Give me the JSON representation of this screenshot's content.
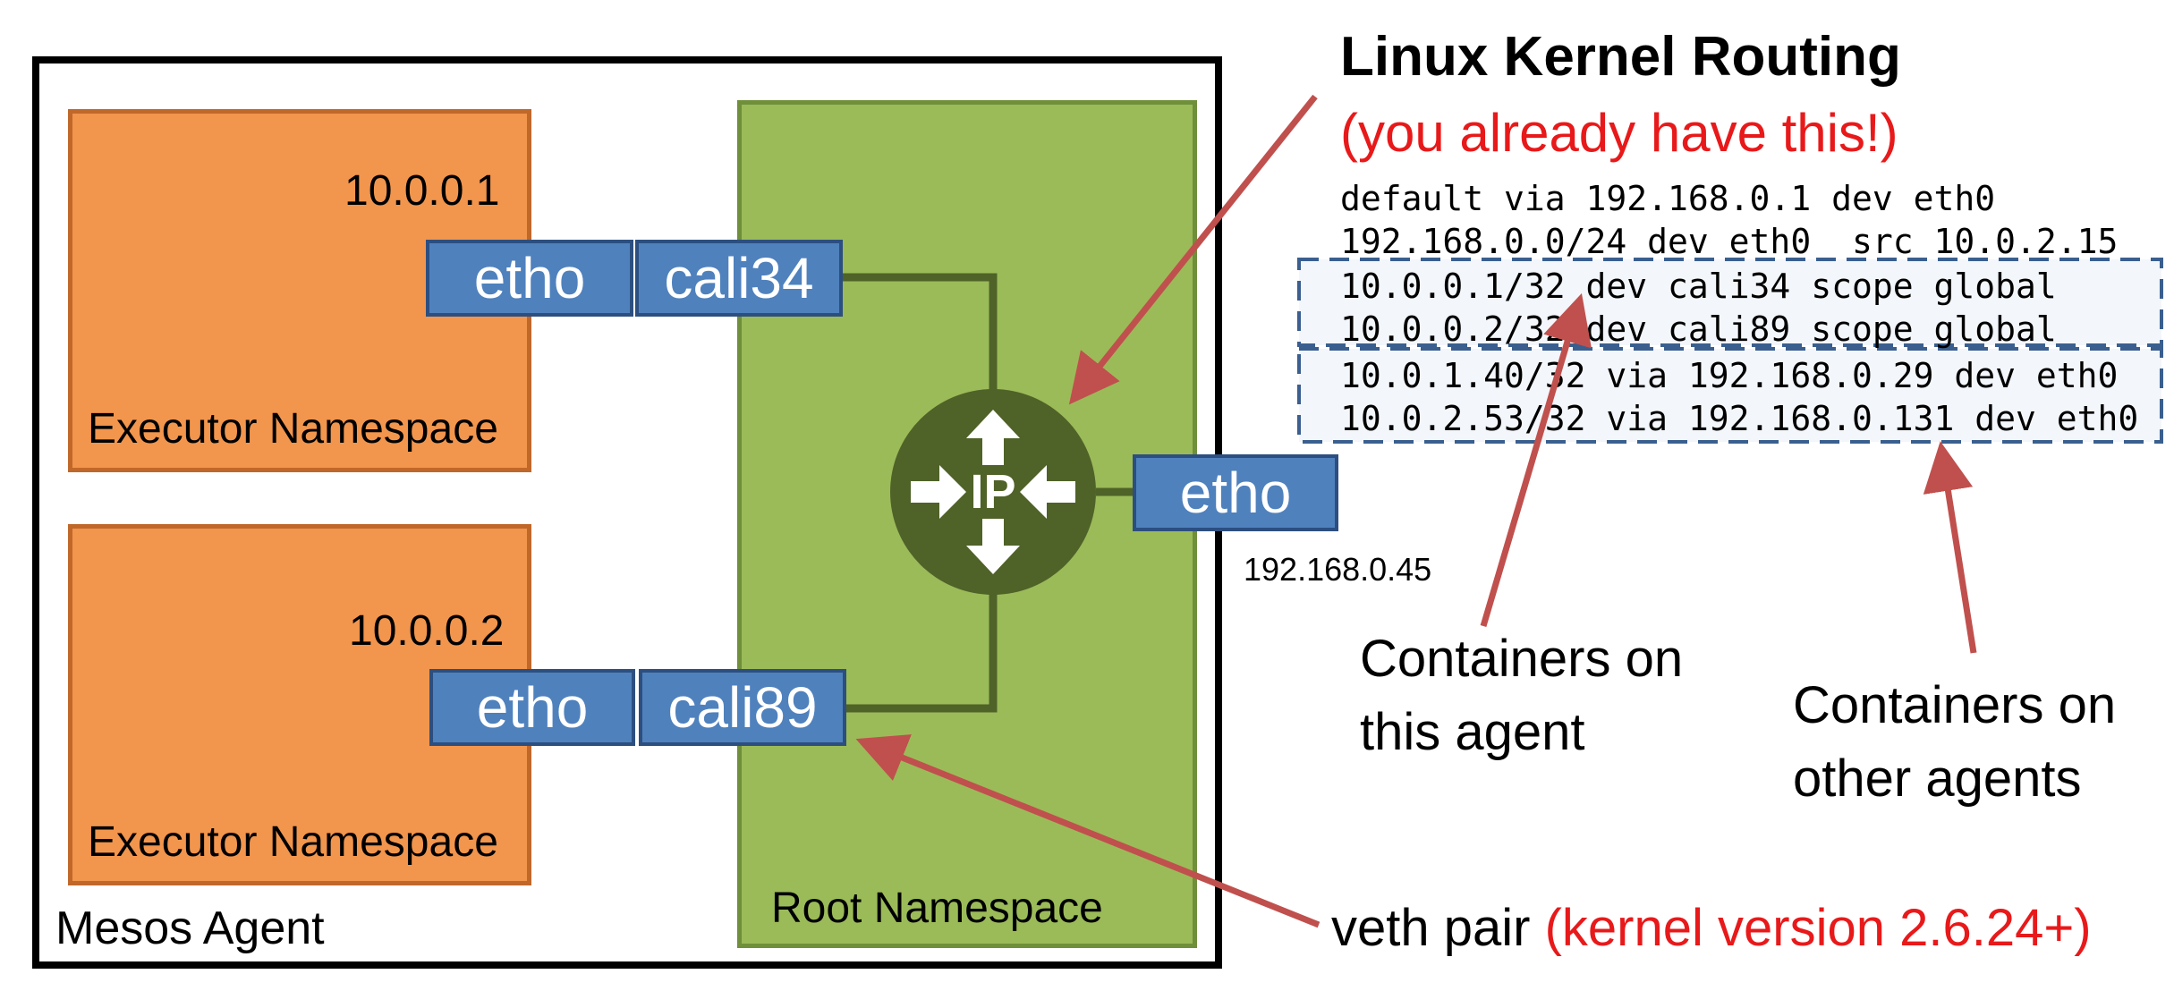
{
  "agent_label": "Mesos Agent",
  "root_ns_label": "Root Namespace",
  "executors": [
    {
      "label": "Executor Namespace",
      "ip": "10.0.0.1",
      "eth": "etho",
      "cali": "cali34"
    },
    {
      "label": "Executor Namespace",
      "ip": "10.0.0.2",
      "eth": "etho",
      "cali": "cali89"
    }
  ],
  "router": {
    "label": "IP"
  },
  "host_iface": {
    "label": "etho",
    "ip": "192.168.0.45"
  },
  "routing": {
    "title": "Linux Kernel Routing",
    "subtitle": "(you already have this!)",
    "routes": [
      "default via 192.168.0.1 dev eth0",
      "192.168.0.0/24 dev eth0  src 10.0.2.15",
      "10.0.0.1/32 dev cali34 scope global",
      "10.0.0.2/32 dev cali89 scope global",
      "10.0.1.40/32 via 192.168.0.29 dev eth0",
      "10.0.2.53/32 via 192.168.0.131 dev eth0"
    ]
  },
  "callouts": {
    "this_agent": [
      "Containers on",
      "this agent"
    ],
    "other_agents": [
      "Containers on",
      "other agents"
    ]
  },
  "veth": {
    "label": "veth pair",
    "note": "(kernel version 2.6.24+)"
  },
  "colors": {
    "executor": "#f2954d",
    "root": "#9bbb59",
    "iface": "#4f81bd",
    "router": "#4f6228",
    "arrow": "#c0504d",
    "highlight": "#e8191a"
  }
}
